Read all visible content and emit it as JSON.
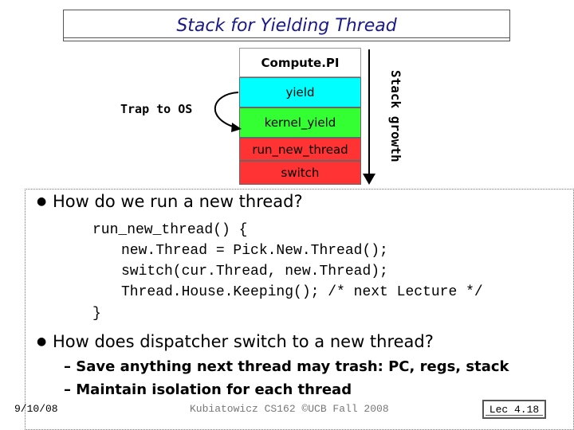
{
  "slide": {
    "title": "Stack for Yielding Thread",
    "stack_frames": [
      "Compute.PI",
      "yield",
      "kernel_yield",
      "run_new_thread",
      "switch"
    ],
    "stack_growth_label": "Stack growth",
    "trap_label": "Trap to OS",
    "bullets": [
      "How do we run a new thread?",
      "How does dispatcher switch to a new thread?"
    ],
    "code_lines": [
      "run_new_thread() {",
      "new.Thread = Pick.New.Thread();",
      "switch(cur.Thread, new.Thread);",
      "Thread.House.Keeping(); /* next Lecture */",
      "}"
    ],
    "sub_bullets": [
      "– Save anything next thread may trash: PC, regs, stack",
      "– Maintain isolation for each thread"
    ],
    "footer": {
      "date": "9/10/08",
      "course": "Kubiatowicz CS162 ©UCB Fall 2008",
      "lecture": "Lec 4.18"
    },
    "colors": {
      "title": "#1a1a8c",
      "yield_frame": "#00ffff",
      "kernel_frame": "#33ff33",
      "run_switch_frames": "#ff3333"
    }
  }
}
